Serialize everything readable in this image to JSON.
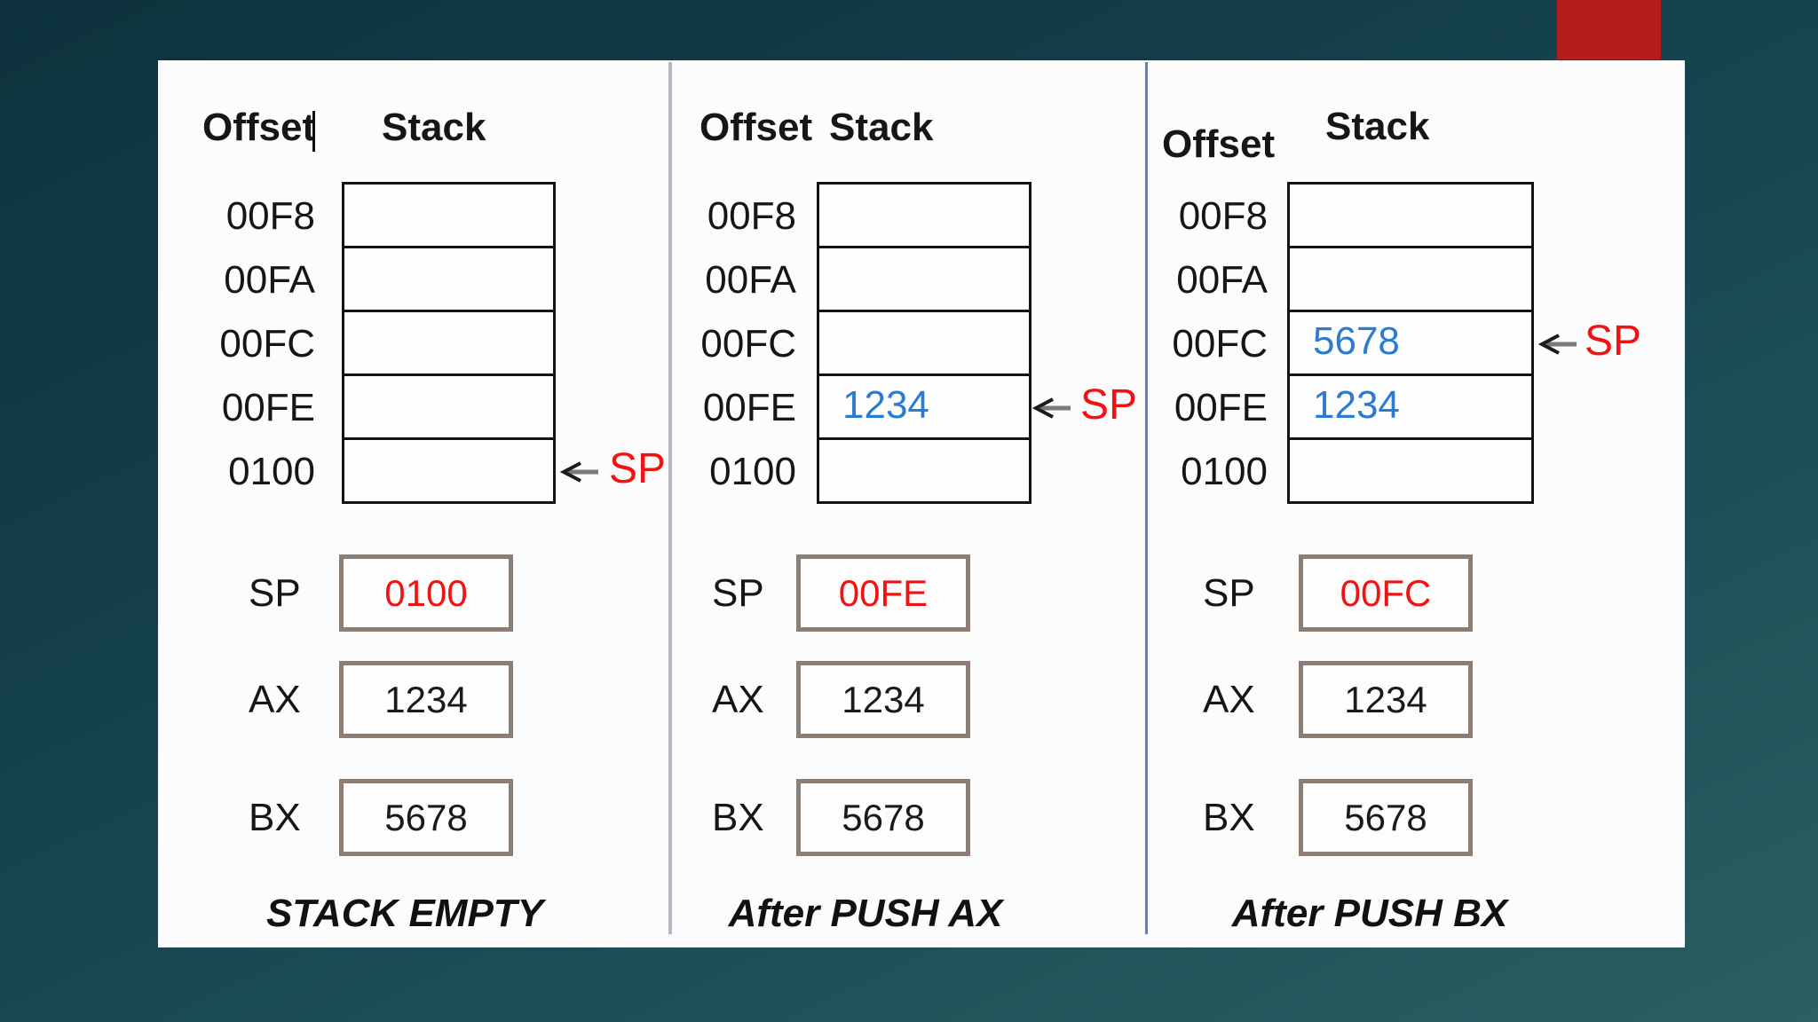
{
  "colors": {
    "background_teal_top": "#0d323d",
    "background_teal_bottom": "#2b5f63",
    "accent_block_red": "#b51d1d",
    "pointer_red": "#f31212",
    "stack_value_blue": "#2b7cd0",
    "register_border_taupe": "#8e7d73"
  },
  "panels": [
    {
      "offset_header": "Offset",
      "stack_header": "Stack",
      "has_text_caret": true,
      "rows": [
        {
          "offset": "00F8",
          "value": ""
        },
        {
          "offset": "00FA",
          "value": ""
        },
        {
          "offset": "00FC",
          "value": ""
        },
        {
          "offset": "00FE",
          "value": ""
        },
        {
          "offset": "0100",
          "value": ""
        }
      ],
      "sp_pointer": {
        "row": 4,
        "label": "SP"
      },
      "registers": [
        {
          "label": "SP",
          "value": "0100",
          "highlight": true
        },
        {
          "label": "AX",
          "value": "1234",
          "highlight": false
        },
        {
          "label": "BX",
          "value": "5678",
          "highlight": false
        }
      ],
      "caption": "STACK EMPTY"
    },
    {
      "offset_header": "Offset",
      "stack_header": "Stack",
      "has_text_caret": false,
      "rows": [
        {
          "offset": "00F8",
          "value": ""
        },
        {
          "offset": "00FA",
          "value": ""
        },
        {
          "offset": "00FC",
          "value": ""
        },
        {
          "offset": "00FE",
          "value": "1234"
        },
        {
          "offset": "0100",
          "value": ""
        }
      ],
      "sp_pointer": {
        "row": 3,
        "label": "SP"
      },
      "registers": [
        {
          "label": "SP",
          "value": "00FE",
          "highlight": true
        },
        {
          "label": "AX",
          "value": "1234",
          "highlight": false
        },
        {
          "label": "BX",
          "value": "5678",
          "highlight": false
        }
      ],
      "caption": "After PUSH AX"
    },
    {
      "offset_header": "Offset",
      "stack_header": "Stack",
      "has_text_caret": false,
      "rows": [
        {
          "offset": "00F8",
          "value": ""
        },
        {
          "offset": "00FA",
          "value": ""
        },
        {
          "offset": "00FC",
          "value": "5678"
        },
        {
          "offset": "00FE",
          "value": "1234"
        },
        {
          "offset": "0100",
          "value": ""
        }
      ],
      "sp_pointer": {
        "row": 2,
        "label": "SP"
      },
      "registers": [
        {
          "label": "SP",
          "value": "00FC",
          "highlight": true
        },
        {
          "label": "AX",
          "value": "1234",
          "highlight": false
        },
        {
          "label": "BX",
          "value": "5678",
          "highlight": false
        }
      ],
      "caption": "After PUSH BX"
    }
  ]
}
